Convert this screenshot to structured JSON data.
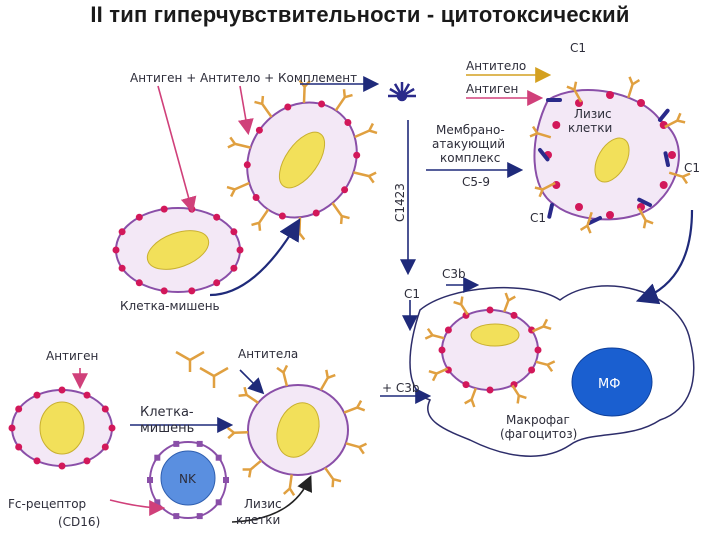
{
  "title": "II тип гиперчувствительности - цитотоксический",
  "labels": {
    "antigen_antibody_complement": "Антиген + Антитело + Комплемент",
    "target_cell": "Клетка-мишень",
    "c1423": "C1423",
    "antibody": "Антитело",
    "antigen_top": "Антиген",
    "c1_top": "C1",
    "c1_right": "C1",
    "c1_bottom": "C1",
    "cell_lysis_1": "Лизис",
    "cell_lysis_2": "клетки",
    "mac_1": "Мембрано-",
    "mac_2": "атакующий",
    "mac_3": "комплекс",
    "c5_9": "C5-9",
    "c3b": "C3b",
    "c1_mid": "C1",
    "plus_c3b": "+ C3b",
    "mf": "МФ",
    "macrophage": "Макрофаг",
    "phagocytosis": "(фагоцитоз)",
    "antigen_left": "Антиген",
    "antibodies": "Антитела",
    "target_cell_2a": "Клетка-",
    "target_cell_2b": "мишень",
    "nk": "NK",
    "fc_receptor": "Fc-рецептор",
    "cd16": "(CD16)",
    "lysis_2a": "Лизис",
    "lysis_2b": "клетки"
  },
  "colors": {
    "arrow": "#1f2a7a",
    "pink_arrow": "#d0407a",
    "membrane": "#8a4fa8",
    "cell_fill": "#f3e8f6",
    "nucleus": "#f2e05a",
    "dot": "#d2185a",
    "antibody": "#e0a040",
    "complement": "#2a2a8a",
    "nk_fill": "#5a8fe0",
    "mf_fill": "#1a5fd0"
  }
}
